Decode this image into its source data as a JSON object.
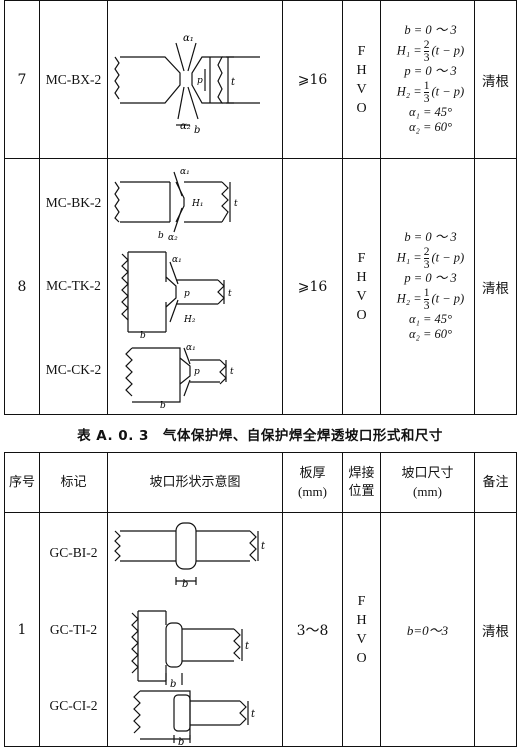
{
  "table1": {
    "rows": [
      {
        "number": "7",
        "marks": [
          "MC-BX-2"
        ],
        "thickness": "⩾16",
        "positions": [
          "F",
          "H",
          "V",
          "O"
        ],
        "formulas": [
          "b = 0 ～ 3",
          "H₁ =",
          "(t − p)",
          "p = 0 ～ 3",
          "H₂ =",
          "(t − p)",
          "α₁ = 45°",
          "α₂ = 60°"
        ],
        "fraction1": {
          "num": "2",
          "den": "3"
        },
        "fraction2": {
          "num": "1",
          "den": "3"
        },
        "note": "清根"
      },
      {
        "number": "8",
        "marks": [
          "MC-BK-2",
          "MC-TK-2",
          "MC-CK-2"
        ],
        "thickness": "⩾16",
        "positions": [
          "F",
          "H",
          "V",
          "O"
        ],
        "formulas": [
          "b = 0 ～ 3",
          "H₁ =",
          "(t − p)",
          "p = 0 ～ 3",
          "H₂ =",
          "(t − p)",
          "α₁ = 45°",
          "α₂ = 60°"
        ],
        "fraction1": {
          "num": "2",
          "den": "3"
        },
        "fraction2": {
          "num": "1",
          "den": "3"
        },
        "note": "清根"
      }
    ]
  },
  "caption": "表 A. 0. 3　气体保护焊、自保护焊全焊透坡口形式和尺寸",
  "table2": {
    "headers": {
      "number": "序号",
      "mark": "标记",
      "diagram": "坡口形状示意图",
      "thickness_l1": "板厚",
      "thickness_l2": "(mm)",
      "position_l1": "焊接",
      "position_l2": "位置",
      "size_l1": "坡口尺寸",
      "size_l2": "(mm)",
      "note": "备注"
    },
    "row": {
      "number": "1",
      "marks": [
        "GC-BI-2",
        "GC-TI-2",
        "GC-CI-2"
      ],
      "thickness": "3～8",
      "positions": [
        "F",
        "H",
        "V",
        "O"
      ],
      "size": "b=0～3",
      "note": "清根"
    }
  },
  "diagram_labels": {
    "a1": "α₁",
    "a2": "α₂",
    "b": "b",
    "p": "p",
    "t": "t",
    "h1": "H₁",
    "h2": "H₂"
  }
}
